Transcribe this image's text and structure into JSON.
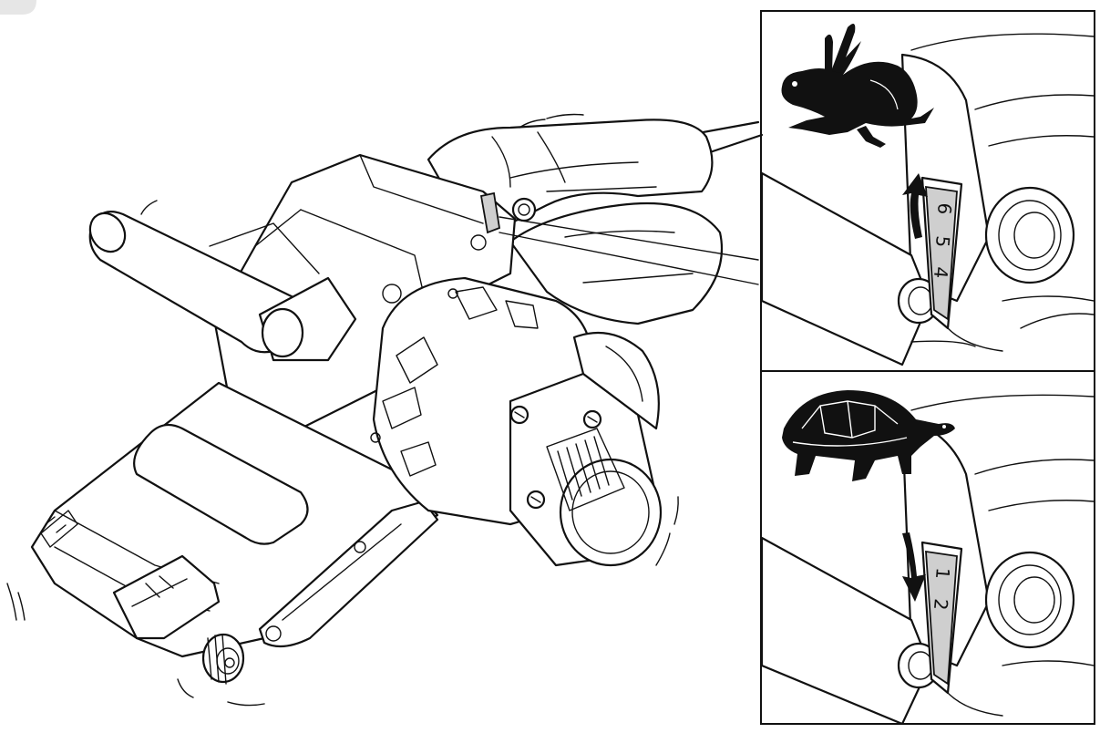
{
  "panels": {
    "top": {
      "animal_icon": "rabbit-icon",
      "direction": "up",
      "dial_labels": [
        "4",
        "5",
        "6"
      ]
    },
    "bottom": {
      "animal_icon": "turtle-icon",
      "direction": "down",
      "dial_labels": [
        "1",
        "2"
      ]
    }
  },
  "colors": {
    "line": "#111111",
    "dial_fill": "#cfcfcf",
    "background": "#ffffff"
  }
}
